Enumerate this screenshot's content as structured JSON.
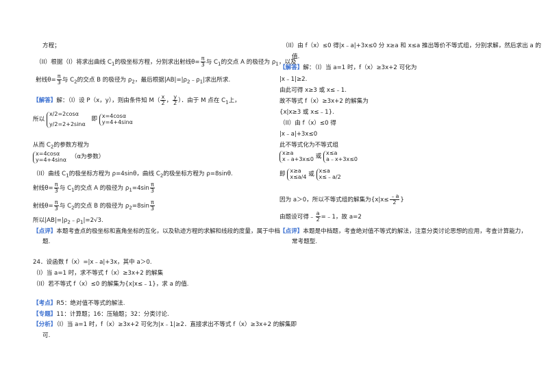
{
  "left": {
    "l1": "方程；",
    "l2": "（II）根据（I）将求出曲线 C",
    "l2b": "的极坐标方程，分别求出射线θ=",
    "l2c": "与 C",
    "l2d": "的交点 A 的极径为 ρ",
    "l2e": "，以及",
    "l3a": "射线θ=",
    "l3b": "与 C",
    "l3c": "的交点 B 的极径为 ρ",
    "l3d": "，最后根据|AB|=|ρ",
    "l3e": "﹣ρ",
    "l3f": "|求出所求.",
    "sol_tag": "【解答】",
    "sol1": "解：（I）设 P（x，y），则由条件知 M（",
    "sol1b": "，",
    "sol1c": "）．由于 M 点在 C",
    "sol1d": "上，",
    "suoyi": "所以",
    "sys1a": "x/2=2cosα",
    "sys1b": "y/2=2+2sinα",
    "ji": "即",
    "sys2a": "x=4cosα",
    "sys2b": "y=4+4sinα",
    "congerC2": "从而 C",
    "congerC2b": "的参数方程为",
    "param_a": "x=4cosα",
    "param_b": "y=4+4sinα",
    "param_note": "（α为参数）",
    "ii1": "（II）曲线 C",
    "ii1b": "的极坐标方程为 ρ=4sinθ，曲线 C",
    "ii1c": "的极坐标方程为 ρ=8sinθ.",
    "ray1": "射线θ=",
    "ray1b": "与 C",
    "ray1c": "的交点 A 的极径为 ρ",
    "ray1d": "=4sin",
    "ray2": "射线θ=",
    "ray2b": "与 C",
    "ray2c": "的交点 B 的极径为 ρ",
    "ray2d": "=8sin",
    "ab": "所以|AB|=|ρ",
    "ab2": "﹣ρ",
    "ab3": "|=2√3.",
    "ping_tag": "【点评】",
    "ping1": "本题考查点的极坐标和直角坐标的互化，以及轨迹方程的求解和线段的度量，属于中档",
    "ping2": "题.",
    "q24": "24．设函数 f（x）=|x﹣a|+3x，其中 a＞0.",
    "q24i": "（I）当 a=1 时，求不等式 f（x）≥3x+2 的解集",
    "q24ii": "（II）若不等式 f（x）≤0 的解集为{x|x≤﹣1}，求 a 的值.",
    "kd_tag": "【考点】",
    "kd": "R5：绝对值不等式的解法.",
    "zt_tag": "【专题】",
    "zt": "11：计算题；16：压轴题；32：分类讨论.",
    "fx_tag": "【分析】",
    "fx1": "（I）当 a=1 时，f（x）≥3x+2 可化为|x﹣1|≥2．直接求出不等式 f（x）≥3x+2 的解集即",
    "fx2": "可."
  },
  "right": {
    "r1": "（II）由 f（x）≤0 得|x﹣a|+3x≤0 分 x≥a 和 x≤a 推出等价不等式组，分别求解，然后求出 a 的",
    "r2": "值.",
    "sol_tag": "【解答】",
    "r3": "解：（I）当 a=1 时，f（x）≥3x+2 可化为",
    "r4": "|x﹣1|≥2.",
    "r5": "由此可得 x≥3 或 x≤﹣1.",
    "r6": "故不等式 f（x）≥3x+2 的解集为",
    "r7": "{x|x≥3 或 x≤﹣1}.",
    "r8": "（II）由 f（x）≤0 得",
    "r9": "|x﹣a|+3x≤0",
    "r10": "此不等式化为不等式组",
    "s1a": "x≥a",
    "s1b": "x﹣a+3x≤0",
    "huo": "或",
    "s2a": "x≤a",
    "s2b": "a﹣x+3x≤0",
    "ji": "即",
    "s3a": "x≥a",
    "s3b": "x≤a/4",
    "s4a": "x≤a",
    "s4b": "x≤﹣a/2",
    "r11a": "因为 a＞0，所以不等式组的解集为{x|x≤",
    "r11b": "}",
    "r12a": "由题设可得﹣",
    "r12b": "=﹣1，故 a=2",
    "ping_tag": "【点评】",
    "ping1": "本题是中档题，考查绝对值不等式的解法，注意分类讨论思想的应用，考查计算能力，",
    "ping2": "常考题型."
  },
  "pi": "π",
  "three": "3",
  "x": "x",
  "y": "y",
  "two": "2",
  "a": "a",
  "neg_a": "﹣a",
  "sub1": "1",
  "sub2": "2"
}
